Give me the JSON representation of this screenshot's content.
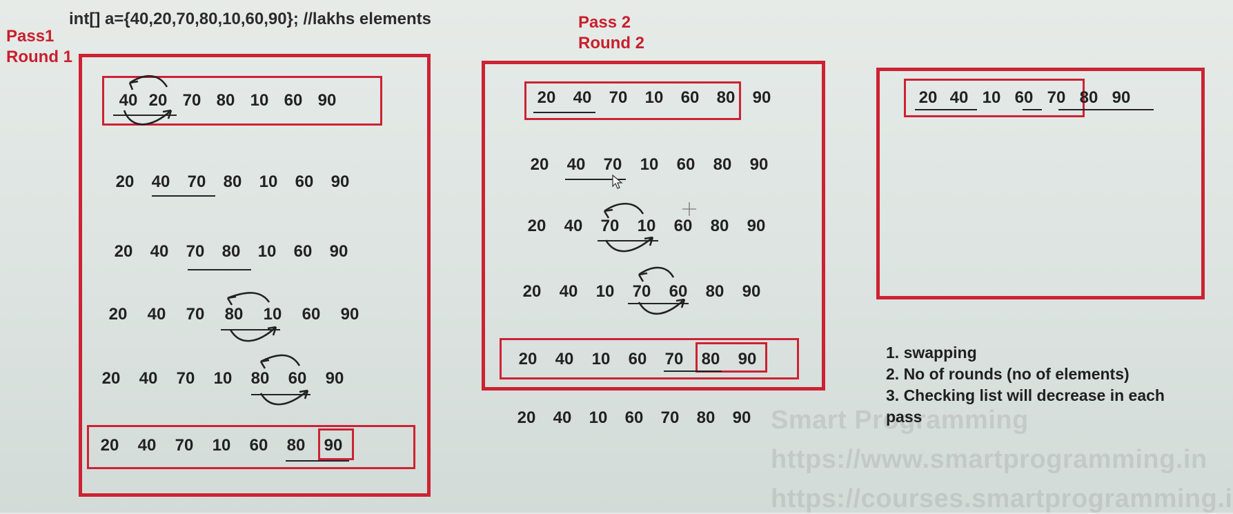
{
  "code_line": "int[] a={40,20,70,80,10,60,90};    //lakhs elements",
  "pass1": {
    "label": "Pass1",
    "round": "Round 1",
    "rows": [
      [
        "40",
        "20",
        "70",
        "80",
        "10",
        "60",
        "90"
      ],
      [
        "20",
        "40",
        "70",
        "80",
        "10",
        "60",
        "90"
      ],
      [
        "20",
        "40",
        "70",
        "80",
        "10",
        "60",
        "90"
      ],
      [
        "20",
        "40",
        "70",
        "80",
        "10",
        "60",
        "90"
      ],
      [
        "20",
        "40",
        "70",
        "10",
        "80",
        "60",
        "90"
      ],
      [
        "20",
        "40",
        "70",
        "10",
        "60",
        "80",
        "90"
      ]
    ]
  },
  "pass2": {
    "label": "Pass 2",
    "round": "Round 2",
    "rows": [
      [
        "20",
        "40",
        "70",
        "10",
        "60",
        "80",
        "90"
      ],
      [
        "20",
        "40",
        "70",
        "10",
        "60",
        "80",
        "90"
      ],
      [
        "20",
        "40",
        "70",
        "10",
        "60",
        "80",
        "90"
      ],
      [
        "20",
        "40",
        "10",
        "70",
        "60",
        "80",
        "90"
      ],
      [
        "20",
        "40",
        "10",
        "60",
        "70",
        "80",
        "90"
      ]
    ],
    "result_row": [
      "20",
      "40",
      "10",
      "60",
      "70",
      "80",
      "90"
    ]
  },
  "pass3": {
    "rows": [
      [
        "20",
        "40",
        "10",
        "60",
        "70",
        "80",
        "90"
      ]
    ]
  },
  "notes": [
    "1. swapping",
    "2. No of rounds (no of elements)",
    "3. Checking list will decrease in each",
    "pass"
  ],
  "watermark": {
    "brand": "Smart Programming",
    "url1": "https://www.smartprogramming.in",
    "url2": "https://courses.smartprogramming.in"
  },
  "colors": {
    "accent": "#cc2233",
    "text": "#222222",
    "background": "#e2e8e5"
  }
}
